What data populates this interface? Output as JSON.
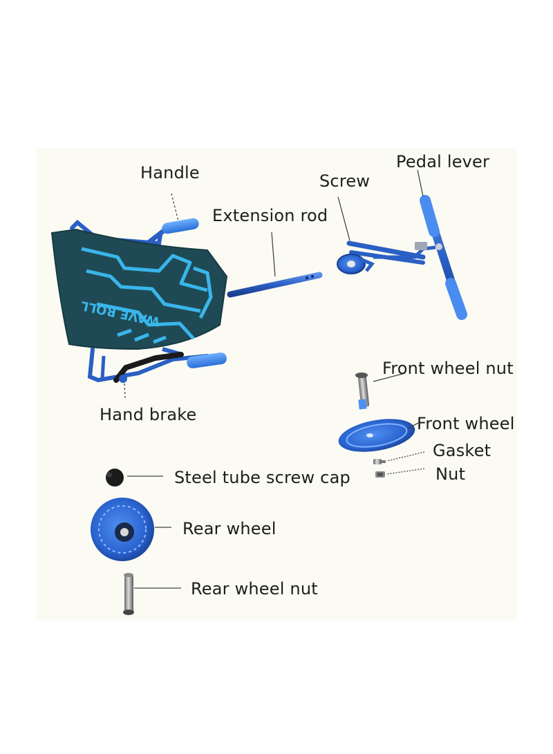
{
  "labels": {
    "handle": "Handle",
    "screw": "Screw",
    "pedal_lever": "Pedal lever",
    "extension_rod": "Extension rod",
    "front_wheel_nut": "Front wheel nut",
    "hand_brake": "Hand brake",
    "front_wheel": "Front wheel",
    "gasket": "Gasket",
    "nut": "Nut",
    "steel_tube_screw_cap": "Steel tube screw cap",
    "rear_wheel": "Rear wheel",
    "rear_wheel_nut": "Rear wheel nut"
  },
  "seat_print_text": "WAVE ROLL",
  "colors": {
    "frame_blue": "#2a5fc4",
    "seat_fabric": "#1f4a55",
    "seat_print": "#39b6ea",
    "leader_line": "#444444",
    "background_panel": "#fbfbf3"
  }
}
